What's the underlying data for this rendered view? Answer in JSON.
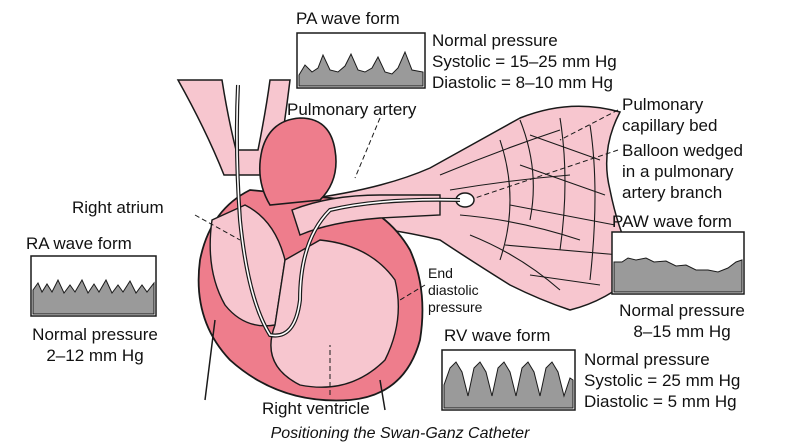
{
  "labels": {
    "pa_wave": "PA wave form",
    "pulmonary_artery": "Pulmonary artery",
    "right_atrium": "Right atrium",
    "ra_wave": "RA wave form",
    "pulmonary_capillary_bed": [
      "Pulmonary",
      "capillary bed"
    ],
    "balloon": [
      "Balloon wedged",
      "in a pulmonary",
      "artery branch"
    ],
    "paw_wave": "PAW wave form",
    "end_diastolic": [
      "End",
      "diastolic",
      "pressure"
    ],
    "rv_wave": "RV wave form",
    "right_ventricle": "Right ventricle"
  },
  "pressures": {
    "pa": [
      "Normal pressure",
      "Systolic = 15–25 mm Hg",
      "Diastolic = 8–10 mm Hg"
    ],
    "ra": [
      "Normal pressure",
      "2–12 mm Hg"
    ],
    "paw": [
      "Normal pressure",
      "8–15 mm Hg"
    ],
    "rv": [
      "Normal pressure",
      "Systolic = 25 mm Hg",
      "Diastolic = 5 mm Hg"
    ]
  },
  "caption": "Positioning the Swan-Ganz Catheter",
  "colors": {
    "heart_light": "#f7c6cf",
    "heart_dark": "#ee7d8c",
    "outline": "#1a1a1a",
    "wave_fill": "#9a9a9a"
  }
}
